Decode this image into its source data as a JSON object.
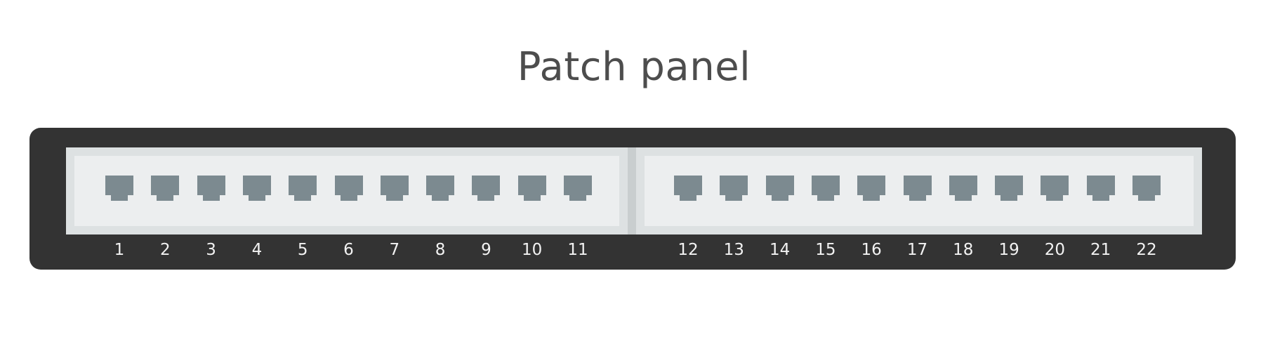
{
  "title": "Patch panel",
  "colors": {
    "frame": "#333333",
    "inset": "#eceeef",
    "port": "#7c8a90",
    "title": "#4d4d4d",
    "label": "#f2f2f2"
  },
  "ports": [
    {
      "label": "1"
    },
    {
      "label": "2"
    },
    {
      "label": "3"
    },
    {
      "label": "4"
    },
    {
      "label": "5"
    },
    {
      "label": "6"
    },
    {
      "label": "7"
    },
    {
      "label": "8"
    },
    {
      "label": "9"
    },
    {
      "label": "10"
    },
    {
      "label": "11"
    },
    {
      "label": "12"
    },
    {
      "label": "13"
    },
    {
      "label": "14"
    },
    {
      "label": "15"
    },
    {
      "label": "16"
    },
    {
      "label": "17"
    },
    {
      "label": "18"
    },
    {
      "label": "19"
    },
    {
      "label": "20"
    },
    {
      "label": "21"
    },
    {
      "label": "22"
    }
  ]
}
